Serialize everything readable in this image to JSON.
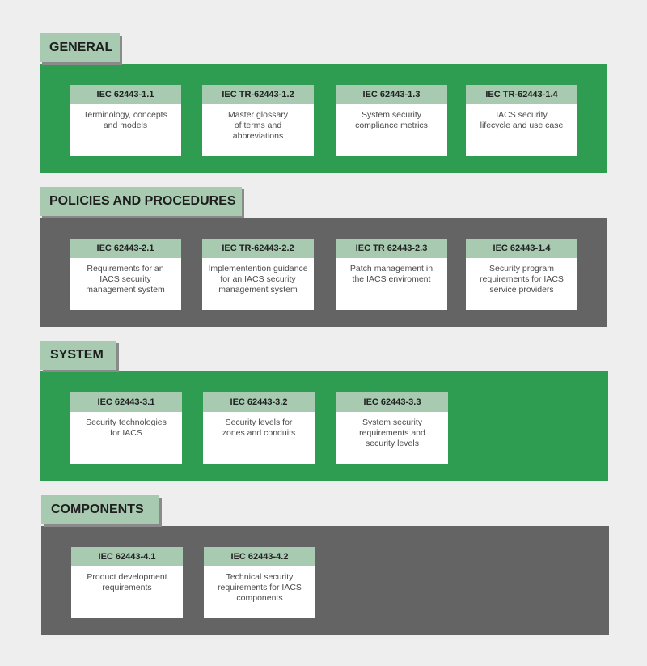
{
  "sections": [
    {
      "title": "GENERAL",
      "cards": [
        {
          "header": "IEC 62443-1.1",
          "body": "Terminology, concepts\nand models"
        },
        {
          "header": "IEC TR-62443-1.2",
          "body": "Master glossary\nof terms and\nabbreviations"
        },
        {
          "header": "IEC 62443-1.3",
          "body": "System security\ncompliance metrics"
        },
        {
          "header": "IEC TR-62443-1.4",
          "body": "IACS security\nlifecycle and use case"
        }
      ]
    },
    {
      "title": "POLICIES AND PROCEDURES",
      "cards": [
        {
          "header": "IEC 62443-2.1",
          "body": "Requirements for an\nIACS security\nmanagement system"
        },
        {
          "header": "IEC TR-62443-2.2",
          "body": "Implementention guidance\nfor an IACS security\nmanagement system"
        },
        {
          "header": "IEC TR 62443-2.3",
          "body": "Patch management in\nthe IACS enviroment"
        },
        {
          "header": "IEC 62443-1.4",
          "body": "Security program\nrequirements for IACS\nservice providers"
        }
      ]
    },
    {
      "title": "SYSTEM",
      "cards": [
        {
          "header": "IEC 62443-3.1",
          "body": "Security technologies\nfor IACS"
        },
        {
          "header": "IEC 62443-3.2",
          "body": "Security levels for\nzones and conduits"
        },
        {
          "header": "IEC 62443-3.3",
          "body": "System security\nrequirements and\nsecurity levels"
        }
      ]
    },
    {
      "title": "COMPONENTS",
      "cards": [
        {
          "header": "IEC 62443-4.1",
          "body": "Product development\nrequirements"
        },
        {
          "header": "IEC 62443-4.2",
          "body": "Technical security\nrequirements for IACS\ncomponents"
        }
      ]
    }
  ]
}
